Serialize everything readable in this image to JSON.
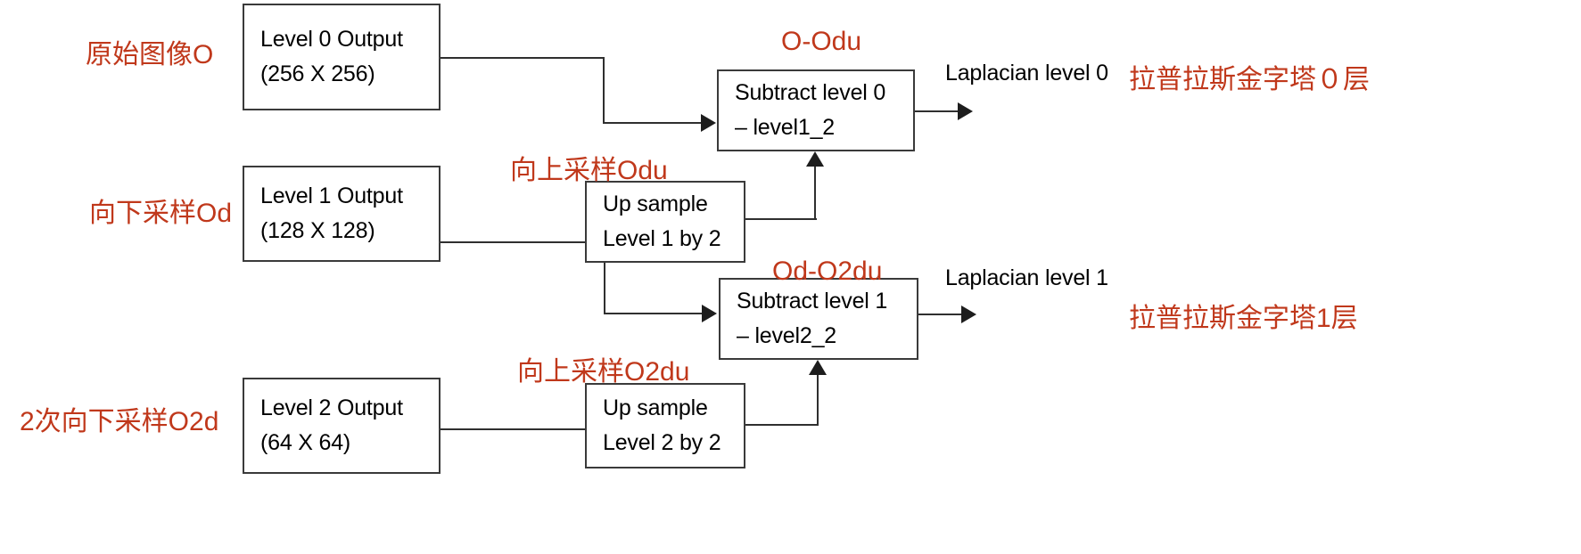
{
  "diagram": {
    "title_semantic": "laplacian-pyramid-construction",
    "accent_red": "#c0381b",
    "line_color": "#2f2f2f",
    "boxes": {
      "level0": {
        "line1": "Level 0 Output",
        "line2": "(256 X 256)"
      },
      "level1": {
        "line1": "Level 1 Output",
        "line2": "(128 X 128)"
      },
      "level2": {
        "line1": "Level 2 Output",
        "line2": "(64 X 64)"
      },
      "upsample1": {
        "line1": "Up sample",
        "line2": "Level 1 by 2"
      },
      "upsample2": {
        "line1": "Up sample",
        "line2": "Level 2 by 2"
      },
      "subtract0": {
        "line1": "Subtract level 0",
        "line2": "– level1_2"
      },
      "subtract1": {
        "line1": "Subtract level 1",
        "line2": "– level2_2"
      }
    },
    "red_labels": {
      "original_image": "原始图像O",
      "downsample_1": "向下采样Od",
      "downsample_2": "2次向下采样O2d",
      "upsample_odu": "向上采样Odu",
      "upsample_o2du": "向上采样O2du",
      "subtract0_formula": "O-Odu",
      "subtract1_formula": "Od-O2du",
      "pyramid_level0": "拉普拉斯金字塔０层",
      "pyramid_level1": "拉普拉斯金字塔1层"
    },
    "black_labels": {
      "laplacian_level0": "Laplacian level 0",
      "laplacian_level1": "Laplacian level 1"
    }
  }
}
